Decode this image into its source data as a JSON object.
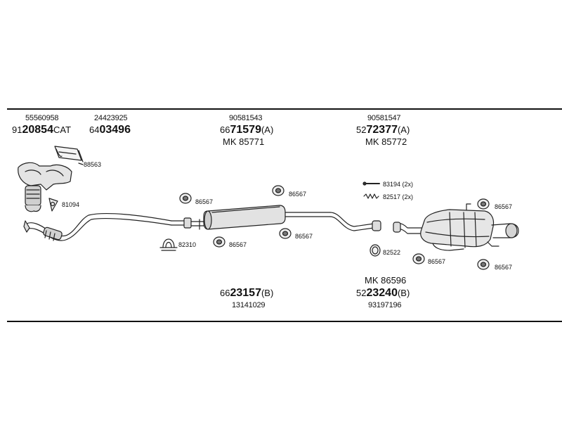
{
  "groups": {
    "manifold": {
      "code_top": "55560958",
      "prefix": "91",
      "number": "20854",
      "suffix": "CAT"
    },
    "pipe_front": {
      "code_top": "24423925",
      "prefix": "64",
      "number": "03496",
      "suffix": ""
    },
    "middle_silencer": {
      "code_top": "90581543",
      "prefix": "66",
      "number": "71579",
      "suffix": "(A)",
      "mk": "MK 85771"
    },
    "rear_pipe": {
      "code_top": "90581547",
      "prefix": "52",
      "number": "72377",
      "suffix": "(A)",
      "mk": "MK 85772"
    },
    "center_bottom": {
      "prefix": "66",
      "number": "23157",
      "suffix": "(B)",
      "code_bottom": "13141029"
    },
    "rear_bottom": {
      "mk": "MK 86596",
      "prefix": "52",
      "number": "23240",
      "suffix": "(B)",
      "code_bottom": "93197196"
    }
  },
  "parts": {
    "gasket_manifold": "88563",
    "gasket_triangle": "81094",
    "clamp": "82310",
    "hanger_a": "86567",
    "hanger_b": "86567",
    "hanger_c": "86567",
    "hanger_d": "86567",
    "hanger_e": "86567",
    "hanger_f": "86567",
    "hanger_g": "86567",
    "bolt": "83194 (2x)",
    "spring": "82517 (2x)",
    "ring": "82522"
  }
}
